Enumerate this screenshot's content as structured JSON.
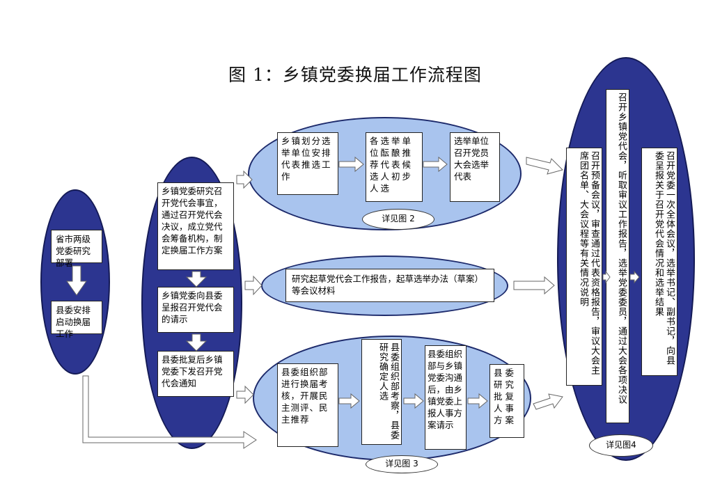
{
  "title": "图 1：乡镇党委换届工作流程图",
  "nodes": {
    "province": "省市两级党委研究部署",
    "county_start": "县委安排启动换届工作",
    "study": "乡镇党委研究召开党代会事宜，通过召开党代会决议，成立党代会筹备机构，制定换届工作方案",
    "report_county": "乡镇党委向县委呈报召开党代会的请示",
    "approve": "县委批复后乡镇党委下发召开党代会通知",
    "divide_units": "乡镇划分选举单位安排代表推选工作",
    "recommend": "各选举单位酝酿推荐代表候选人初步人选",
    "party_meeting": "选举单位召开党员大会选举代表",
    "see_fig2": "详见图 2",
    "draft": "研究起草党代会工作报告，起草选举办法（草案）等会议材料",
    "assess": "县委组织部进行换届考核，开展民主测评、民主推荐",
    "inspect": "县委组织部考察，县委研究确定人选",
    "communicate": "县委组织部与乡镇党委沟通后，由乡镇党委上报人事方案请示",
    "approve_personnel": "县委研究批复人事方案",
    "see_fig3": "详见图 3",
    "prep_meeting": "召开预备会议，审查通过代表资格报告，审议大会主席团名单、大会议程等有关情况说明",
    "congress": "召开乡镇党代会，听取审议工作报告，选举党委委员，通过大会各项决议",
    "plenary": "召开党委一次全体会议，选举书记、副书记，向县委呈报关于召开党代会情况和选举结果",
    "see_fig4": "详见图4"
  }
}
